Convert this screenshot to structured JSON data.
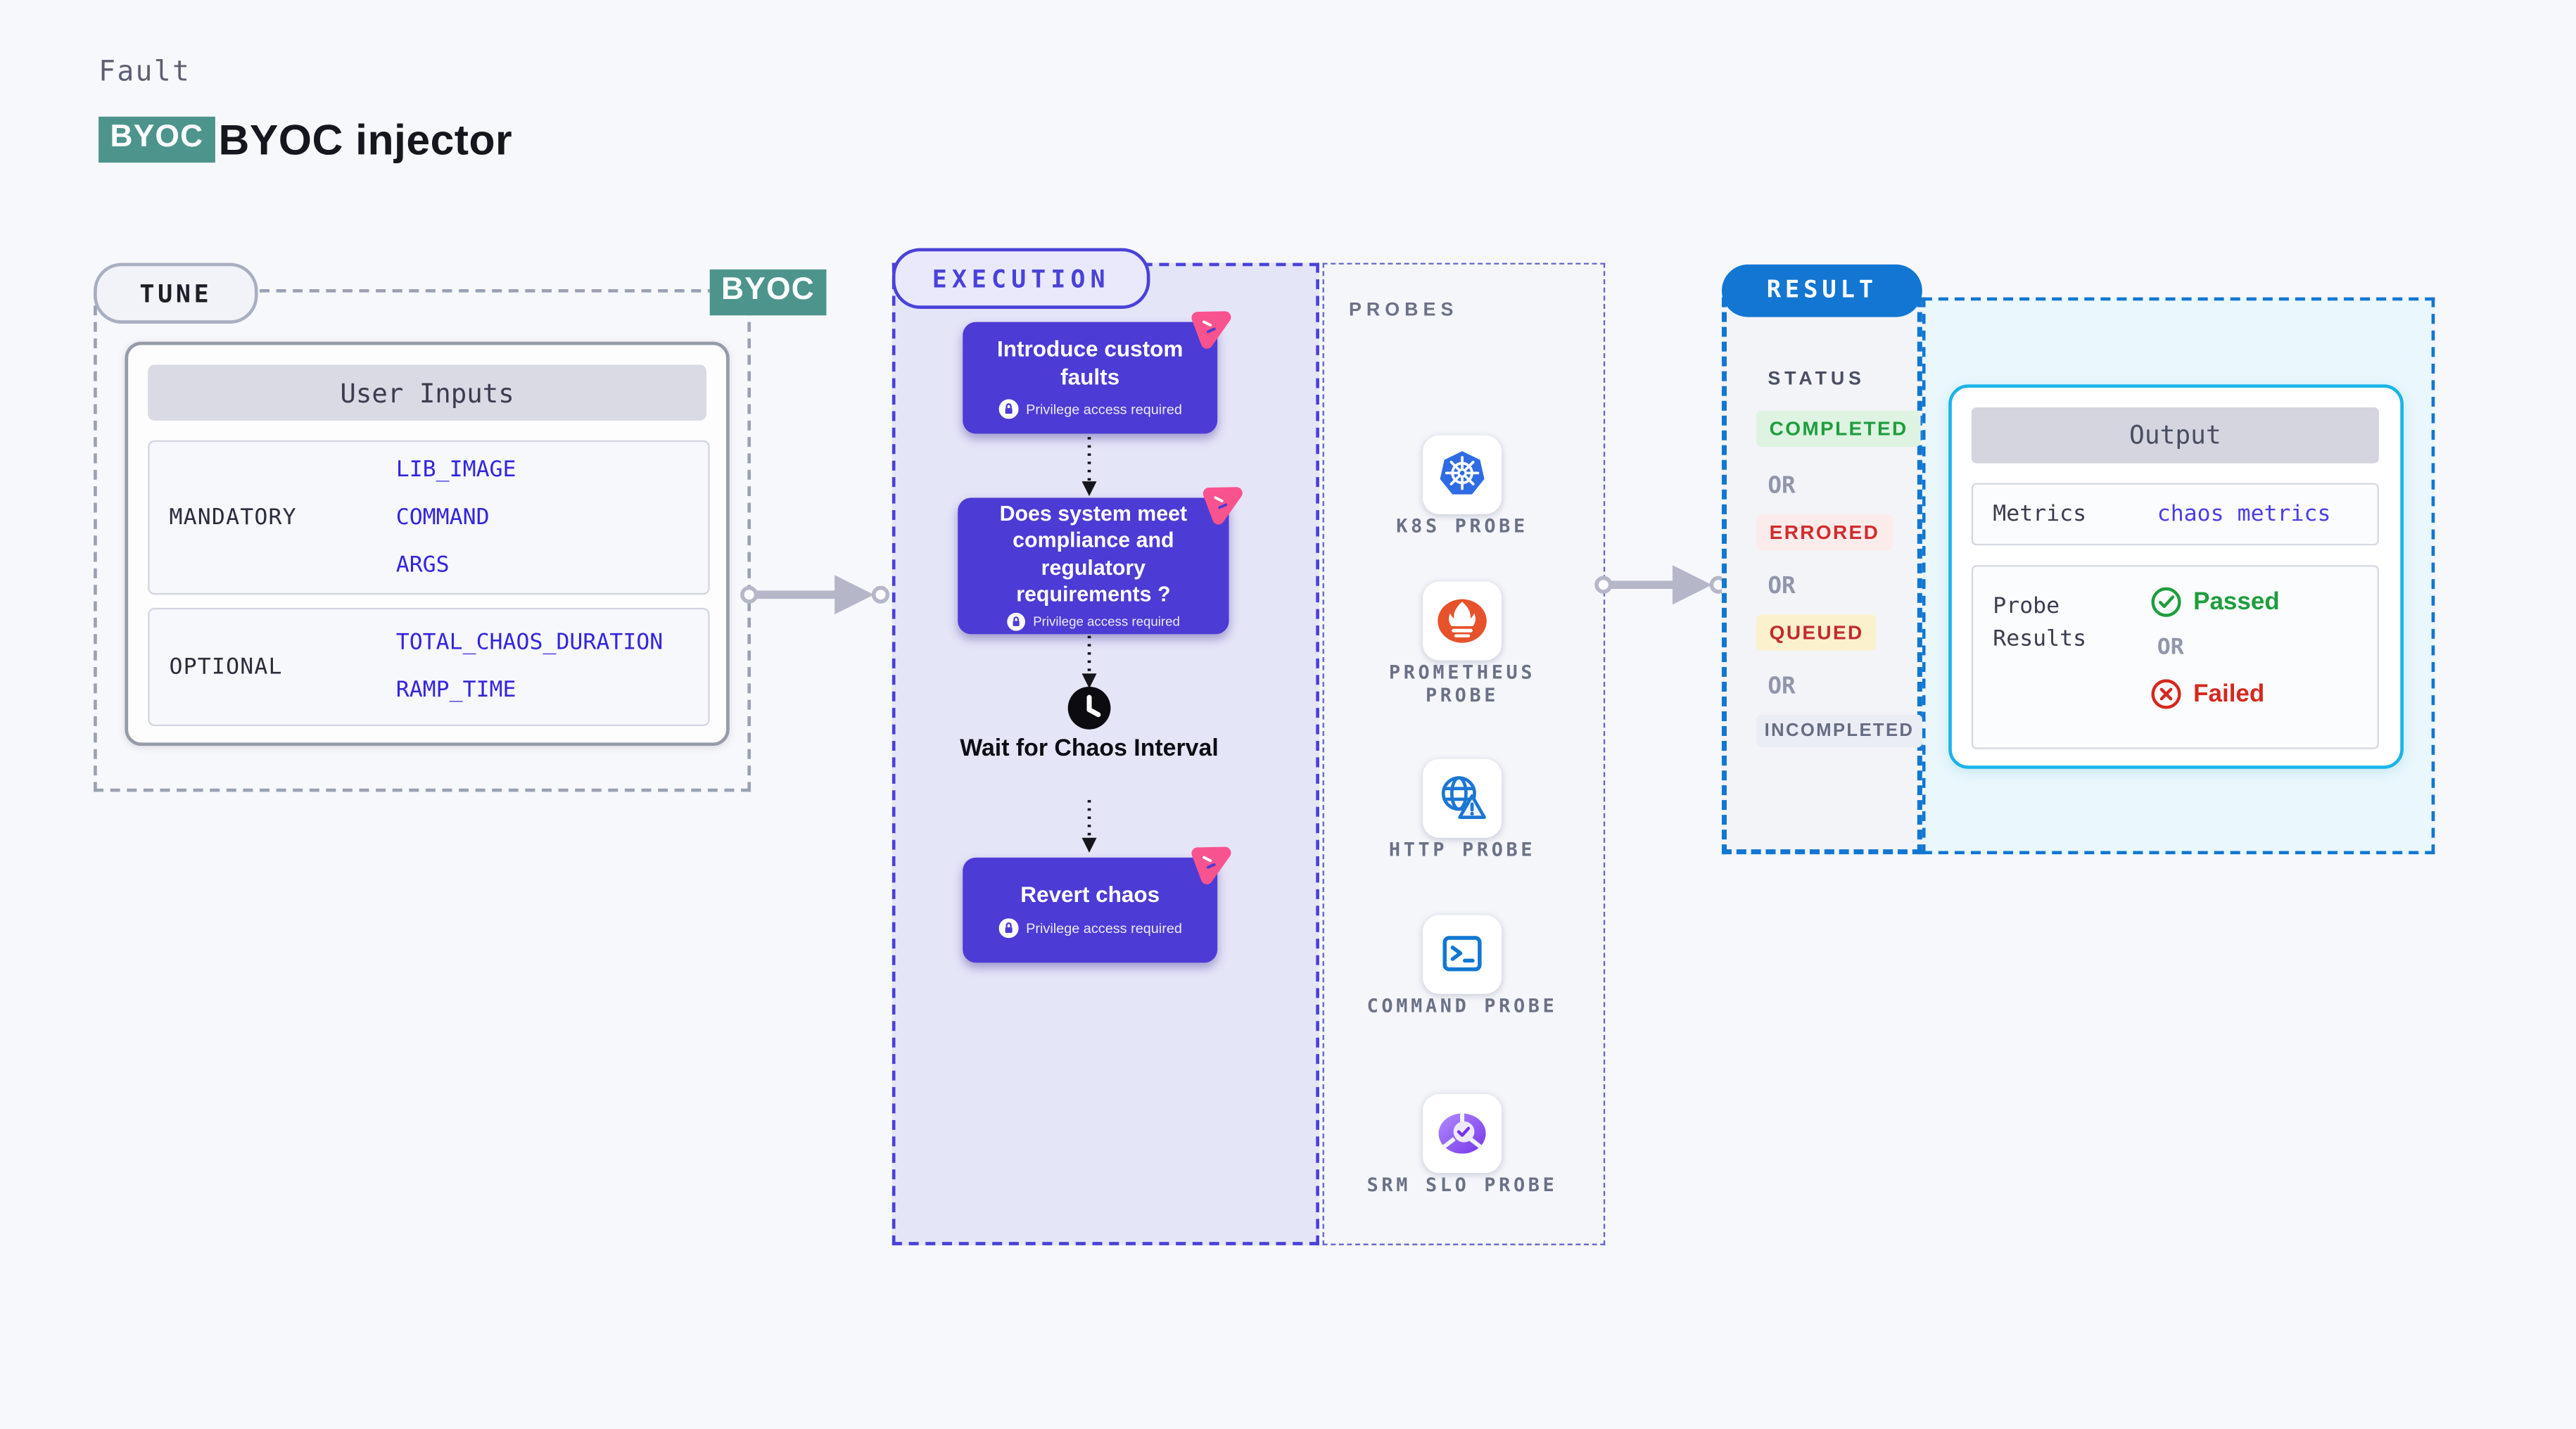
{
  "colors": {
    "page_bg": "#f7f8fb",
    "teal_badge": "#4d948d",
    "env_var_blue": "#3326dd",
    "execution_accent": "#4a42d8",
    "card_purple": "#4c3bd4",
    "sticker_pink": "#f9538f",
    "result_blue": "#1276d2",
    "output_border_cyan": "#19b4e9",
    "passed_green": "#1f9d3e",
    "failed_red": "#d5281e",
    "arrow_gray": "#b5b7c9"
  },
  "header": {
    "category": "Fault",
    "badge": "BYOC",
    "title": "BYOC injector"
  },
  "tune": {
    "pill": "TUNE",
    "corner_badge": "BYOC",
    "user_inputs": {
      "header": "User Inputs",
      "mandatory": {
        "label": "MANDATORY",
        "values": [
          "LIB_IMAGE",
          "COMMAND",
          "ARGS"
        ]
      },
      "optional": {
        "label": "OPTIONAL",
        "values": [
          "TOTAL_CHAOS_DURATION",
          "RAMP_TIME"
        ]
      }
    }
  },
  "execution": {
    "pill": "EXECUTION",
    "cards": [
      {
        "title": "Introduce custom faults",
        "note": "Privilege access required"
      },
      {
        "title": "Does system meet compliance and regulatory requirements ?",
        "note": "Privilege access required"
      },
      {
        "title": "Revert chaos",
        "note": "Privilege access required"
      }
    ],
    "wait": {
      "title": "Wait for Chaos Interval"
    }
  },
  "probes": {
    "heading": "PROBES",
    "items": [
      {
        "label": "K8S PROBE",
        "icon": "kubernetes-icon"
      },
      {
        "label": "PROMETHEUS PROBE",
        "icon": "prometheus-icon"
      },
      {
        "label": "HTTP PROBE",
        "icon": "http-globe-icon"
      },
      {
        "label": "COMMAND PROBE",
        "icon": "terminal-icon"
      },
      {
        "label": "SRM SLO PROBE",
        "icon": "srm-slo-icon"
      }
    ]
  },
  "result": {
    "pill": "RESULT",
    "status": {
      "heading": "STATUS",
      "or": "OR",
      "badges": [
        {
          "text": "COMPLETED",
          "fg": "#1f9d3e",
          "bg": "#def3e1"
        },
        {
          "text": "ERRORED",
          "fg": "#d02c2c",
          "bg": "#fbebeb"
        },
        {
          "text": "QUEUED",
          "fg": "#c32a2a",
          "bg": "#fcf1cd"
        },
        {
          "text": "INCOMPLETED",
          "fg": "#666c84",
          "bg": "#ebedf4"
        }
      ]
    },
    "output": {
      "header": "Output",
      "metrics_label": "Metrics",
      "metrics_value": "chaos metrics",
      "probe_results_label": "Probe Results",
      "passed": "Passed",
      "or": "OR",
      "failed": "Failed"
    }
  }
}
